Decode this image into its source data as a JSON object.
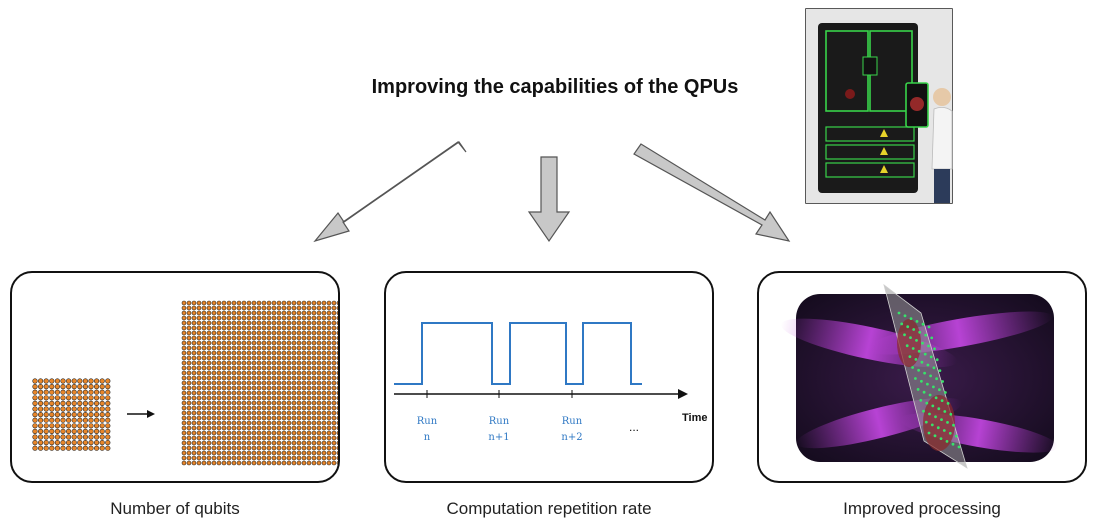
{
  "title": "Improving the capabilities of the QPUs",
  "panels": [
    {
      "caption": "Number of qubits"
    },
    {
      "caption": "Computation repetition rate",
      "axis_label": "Time",
      "runs": [
        {
          "line1": "Run",
          "line2": "n"
        },
        {
          "line1": "Run",
          "line2": "n+1"
        },
        {
          "line1": "Run",
          "line2": "n+2"
        }
      ],
      "ellipsis": "..."
    },
    {
      "caption": "Improved processing"
    }
  ],
  "colors": {
    "arrow_fill": "#c8c8c8",
    "qubit_fill": "#e8862a",
    "signal_line": "#2f78c4",
    "laser": "#b23bd0",
    "atom_green": "#37e36a"
  }
}
